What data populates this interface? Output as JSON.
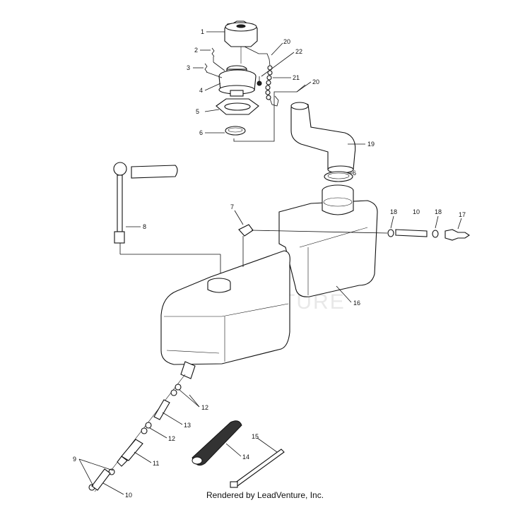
{
  "diagram": {
    "watermark": "LEADVENTURE",
    "callouts": [
      {
        "id": "c1",
        "text": "1"
      },
      {
        "id": "c2",
        "text": "2"
      },
      {
        "id": "c3",
        "text": "3"
      },
      {
        "id": "c4",
        "text": "4"
      },
      {
        "id": "c5",
        "text": "5"
      },
      {
        "id": "c6a",
        "text": "6"
      },
      {
        "id": "c20a",
        "text": "20"
      },
      {
        "id": "c22",
        "text": "22"
      },
      {
        "id": "c21",
        "text": "21"
      },
      {
        "id": "c20b",
        "text": "20"
      },
      {
        "id": "c19",
        "text": "19"
      },
      {
        "id": "c6b",
        "text": "6"
      },
      {
        "id": "c8",
        "text": "8"
      },
      {
        "id": "c7",
        "text": "7"
      },
      {
        "id": "c18a",
        "text": "18"
      },
      {
        "id": "c10a",
        "text": "10"
      },
      {
        "id": "c18b",
        "text": "18"
      },
      {
        "id": "c17",
        "text": "17"
      },
      {
        "id": "c16",
        "text": "16"
      },
      {
        "id": "c12a",
        "text": "12"
      },
      {
        "id": "c13",
        "text": "13"
      },
      {
        "id": "c12b",
        "text": "12"
      },
      {
        "id": "c11",
        "text": "11"
      },
      {
        "id": "c14",
        "text": "14"
      },
      {
        "id": "c15",
        "text": "15"
      },
      {
        "id": "c9",
        "text": "9"
      },
      {
        "id": "c10b",
        "text": "10"
      }
    ]
  },
  "footer": {
    "text": "Rendered by LeadVenture, Inc."
  }
}
